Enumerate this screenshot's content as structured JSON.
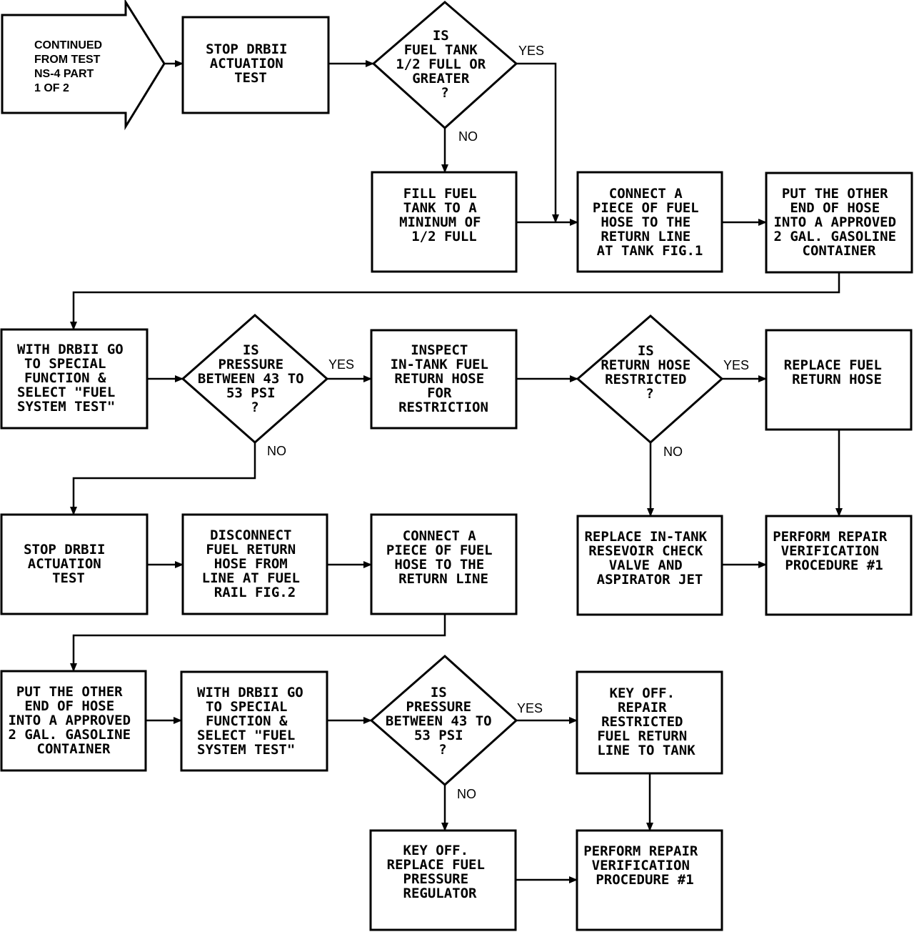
{
  "nodes": {
    "start": {
      "lines": [
        "CONTINUED",
        "FROM TEST",
        "NS-4 PART",
        "1 OF 2"
      ]
    },
    "stop1": {
      "lines": [
        "STOP DRBII",
        "ACTUATION",
        "TEST"
      ]
    },
    "q_tank": {
      "lines": [
        "IS",
        "FUEL TANK",
        "1/2 FULL OR",
        "GREATER",
        "?"
      ]
    },
    "fill_tank": {
      "lines": [
        "FILL FUEL",
        "TANK TO A",
        "MININUM OF",
        "1/2 FULL"
      ]
    },
    "connect_tank": {
      "lines": [
        "CONNECT A",
        "PIECE OF FUEL",
        "HOSE TO THE",
        "RETURN LINE",
        "AT TANK FIG.1"
      ]
    },
    "put_other1": {
      "lines": [
        "PUT THE OTHER",
        "END OF HOSE",
        "INTO A APPROVED",
        "2 GAL. GASOLINE",
        "CONTAINER"
      ]
    },
    "drbii1": {
      "lines": [
        "WITH DRBII GO",
        "TO SPECIAL",
        "FUNCTION &",
        "SELECT \"FUEL",
        "SYSTEM TEST\""
      ]
    },
    "q_pressure1": {
      "lines": [
        "IS",
        "PRESSURE",
        "BETWEEN 43 TO",
        "53 PSI",
        "?"
      ]
    },
    "inspect": {
      "lines": [
        "INSPECT",
        "IN-TANK FUEL",
        "RETURN HOSE",
        "FOR",
        "RESTRICTION"
      ]
    },
    "q_restricted": {
      "lines": [
        "IS",
        "RETURN HOSE",
        "RESTRICTED",
        "?"
      ]
    },
    "replace_hose": {
      "lines": [
        "REPLACE FUEL",
        "RETURN HOSE"
      ]
    },
    "stop2": {
      "lines": [
        "STOP DRBII",
        "ACTUATION",
        "TEST"
      ]
    },
    "disconnect": {
      "lines": [
        "DISCONNECT",
        "FUEL RETURN",
        "HOSE FROM",
        "LINE AT FUEL",
        "RAIL FIG.2"
      ]
    },
    "connect_rail": {
      "lines": [
        "CONNECT A",
        "PIECE OF FUEL",
        "HOSE TO THE",
        "RETURN LINE"
      ]
    },
    "replace_check": {
      "lines": [
        "REPLACE IN-TANK",
        "RESEVOIR CHECK",
        "VALVE AND",
        "ASPIRATOR JET"
      ]
    },
    "verify1": {
      "lines": [
        "PERFORM REPAIR",
        "VERIFICATION",
        "PROCEDURE #1"
      ]
    },
    "put_other2": {
      "lines": [
        "PUT THE OTHER",
        "END OF HOSE",
        "INTO A APPROVED",
        "2 GAL. GASOLINE",
        "CONTAINER"
      ]
    },
    "drbii2": {
      "lines": [
        "WITH DRBII GO",
        "TO SPECIAL",
        "FUNCTION &",
        "SELECT \"FUEL",
        "SYSTEM TEST\""
      ]
    },
    "q_pressure2": {
      "lines": [
        "IS",
        "PRESSURE",
        "BETWEEN 43 TO",
        "53 PSI",
        "?"
      ]
    },
    "key_off_repair": {
      "lines": [
        "KEY OFF.",
        "REPAIR",
        "RESTRICTED",
        "FUEL RETURN",
        "LINE TO TANK"
      ]
    },
    "key_off_regulator": {
      "lines": [
        "KEY OFF.",
        "REPLACE FUEL",
        "PRESSURE",
        "REGULATOR"
      ]
    },
    "verify2": {
      "lines": [
        "PERFORM REPAIR",
        "VERIFICATION",
        "PROCEDURE #1"
      ]
    }
  },
  "edge_labels": {
    "tank_yes": "YES",
    "tank_no": "NO",
    "pressure1_yes": "YES",
    "pressure1_no": "NO",
    "restricted_yes": "YES",
    "restricted_no": "NO",
    "pressure2_yes": "YES",
    "pressure2_no": "NO"
  }
}
